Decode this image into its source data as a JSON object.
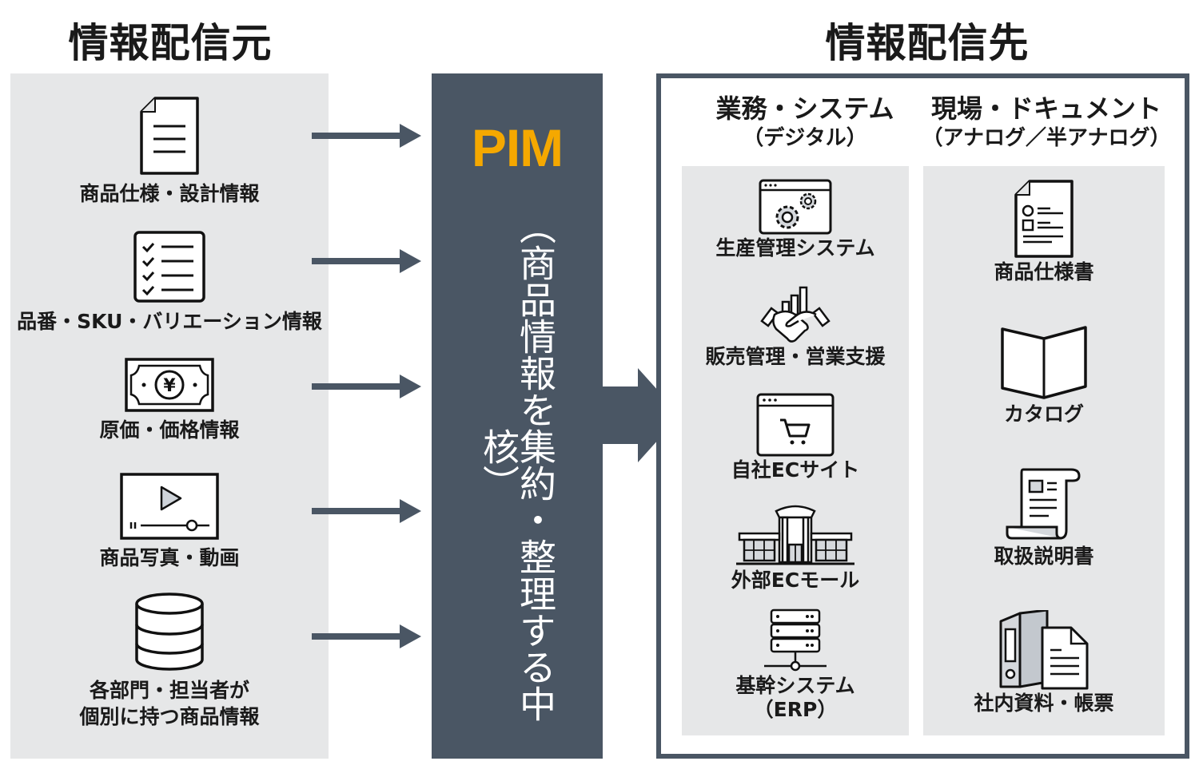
{
  "source": {
    "title": "情報配信元",
    "items": [
      {
        "icon": "document-icon",
        "label": "商品仕様・設計情報"
      },
      {
        "icon": "checklist-icon",
        "label": "品番・SKU・バリエーション情報"
      },
      {
        "icon": "yen-banknote-icon",
        "label": "原価・価格情報"
      },
      {
        "icon": "video-player-icon",
        "label": "商品写真・動画"
      },
      {
        "icon": "database-icon",
        "label_line1": "各部門・担当者が",
        "label_line2": "個別に持つ商品情報"
      }
    ]
  },
  "hub": {
    "label": "PIM",
    "subtitle": "（商品情報を集約・整理する中核）"
  },
  "destination": {
    "title": "情報配信先",
    "columns": [
      {
        "heading": "業務・システム",
        "subheading": "（デジタル）",
        "items": [
          {
            "icon": "gear-window-icon",
            "label": "生産管理システム"
          },
          {
            "icon": "handshake-chart-icon",
            "label": "販売管理・営業支援"
          },
          {
            "icon": "cart-window-icon",
            "label": "自社ECサイト"
          },
          {
            "icon": "mall-building-icon",
            "label": "外部ECモール"
          },
          {
            "icon": "server-icon",
            "label_line1": "基幹システム",
            "label_line2": "（ERP）"
          }
        ]
      },
      {
        "heading": "現場・ドキュメント",
        "subheading": "（アナログ／半アナログ）",
        "items": [
          {
            "icon": "spec-sheet-icon",
            "label": "商品仕様書"
          },
          {
            "icon": "open-book-icon",
            "label": "カタログ"
          },
          {
            "icon": "manual-scroll-icon",
            "label": "取扱説明書"
          },
          {
            "icon": "binder-document-icon",
            "label": "社内資料・帳票"
          }
        ]
      }
    ]
  },
  "colors": {
    "hub_bg": "#4a5664",
    "hub_accent": "#f5a800",
    "panel_bg": "#e6e7e8",
    "arrow": "#4a5664"
  }
}
